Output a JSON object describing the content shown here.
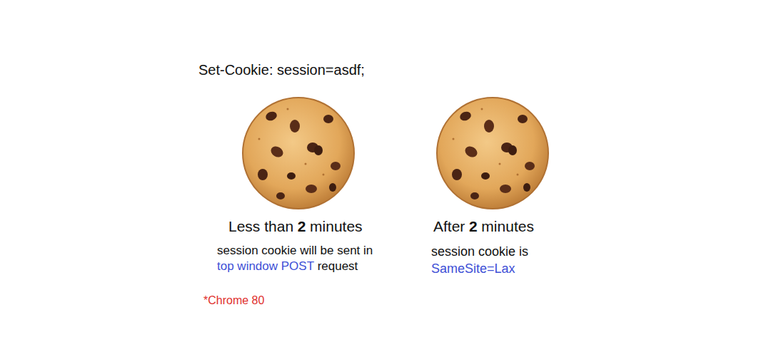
{
  "diagram": {
    "title": "Set-Cookie: session=asdf;",
    "labels": [
      "Less than",
      "2",
      "minutes",
      "session cookie will be sent in",
      "top window POST",
      "request",
      "After",
      "2",
      "minutes",
      "session cookie is",
      "SameSite=Lax",
      "*Chrome 80"
    ]
  }
}
